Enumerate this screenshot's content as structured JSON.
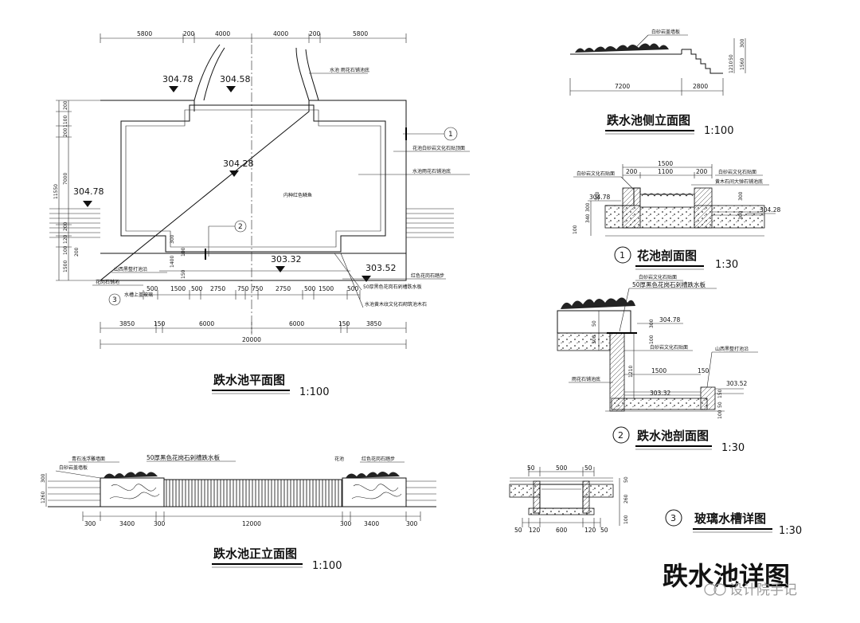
{
  "plan": {
    "title": "跌水池平面图",
    "scale": "1:100",
    "top_dims": [
      "5800",
      "200",
      "4000",
      "4000",
      "200",
      "5800"
    ],
    "elevations": [
      "304.78",
      "304.58",
      "304.28",
      "304.78",
      "303.32",
      "303.52"
    ],
    "left_dims": [
      "200",
      "1100",
      "200",
      "7000",
      "11550",
      "200",
      "120",
      "100",
      "1500",
      "200"
    ],
    "inner_dims": [
      "300",
      "1400",
      "100",
      "150"
    ],
    "callouts": {
      "top": "水池 雨花石铺池底",
      "right1": "花池白砂岩文化石贴顶面",
      "right2": "水池雨花石铺池底",
      "center": "内种红色鳞鱼",
      "right3": "红色花岗石踏步",
      "left1": "山西黑整打池沿",
      "left2": "花岗石铺地",
      "left3": "水槽上盖玻璃",
      "bottom1": "50厚黑色花岗石剁槽跌水板",
      "bottom2": "水池黄木纹文化石砌筑池木石"
    },
    "section_marks": [
      "1",
      "2",
      "3"
    ],
    "row1": [
      "500",
      "1500",
      "500",
      "2750",
      "750",
      "750",
      "2750",
      "500",
      "1500",
      "500"
    ],
    "row2": [
      "3850",
      "150",
      "6000",
      "6000",
      "150",
      "3850"
    ],
    "total": "20000"
  },
  "front": {
    "title": "跌水池正立面图",
    "scale": "1:100",
    "labels": {
      "l1": "青石浅浮雕墙面",
      "l2": "白砂岩盖墙板",
      "center": "50厚黑色花岗石剁槽跌水板",
      "r1": "花池",
      "r2": "红色花岗石踏步"
    },
    "left_dims": [
      "300",
      "1260"
    ],
    "bottom_dims": [
      "300",
      "3400",
      "300",
      "12000",
      "300",
      "3400",
      "300"
    ]
  },
  "side": {
    "title": "跌水池侧立面图",
    "scale": "1:100",
    "label": "白砂岩盖墙板",
    "right_dims": [
      "300",
      "50",
      "1210",
      "1560"
    ],
    "bottom_dims": [
      "7200",
      "2800"
    ]
  },
  "section1": {
    "mark": "1",
    "title": "花池剖面图",
    "scale": "1:30",
    "top_dims": [
      "1500",
      "200",
      "1100",
      "200"
    ],
    "labels": {
      "l1": "白砂岩文化石贴面",
      "r1": "白砂岩文化石贴面",
      "r2": "黄木石间大弹石铺池底"
    },
    "elev_left": "304.78",
    "elev_right": "304.28",
    "left_dims": [
      "300",
      "300",
      "340",
      "100"
    ],
    "right_dims": [
      "300",
      "300"
    ]
  },
  "section2": {
    "mark": "2",
    "title": "跌水池剖面图",
    "scale": "1:30",
    "labels": {
      "top1": "白砂岩文化石贴面",
      "top2": "50厚黑色花岗石剁槽跌水板",
      "mid": "白砂岩文化石贴面",
      "right": "山西黑整打池沿",
      "left": "雨花石铺池底"
    },
    "elev_top": "304.78",
    "elev_mid": "303.32",
    "elev_right": "303.52",
    "dims": [
      "50",
      "300",
      "300",
      "100",
      "1210",
      "1500",
      "150",
      "150",
      "50",
      "100"
    ]
  },
  "section3": {
    "mark": "3",
    "title": "玻璃水槽详图",
    "scale": "1:30",
    "top_dims": [
      "50",
      "500",
      "50"
    ],
    "bottom_dims": [
      "50",
      "120",
      "600",
      "120",
      "50"
    ],
    "right_dims": [
      "50",
      "260",
      "100"
    ]
  },
  "sheet_title": "跌水池详图",
  "watermark": "设计院手记"
}
